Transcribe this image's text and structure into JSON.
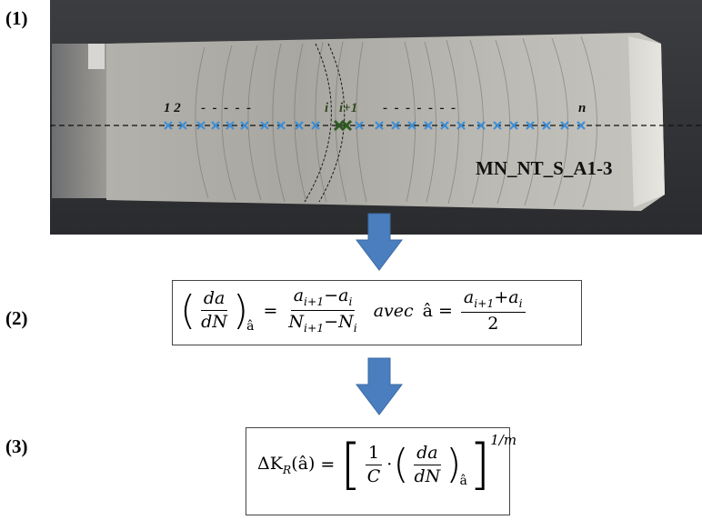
{
  "steps": {
    "s1": "(1)",
    "s2": "(2)",
    "s3": "(3)"
  },
  "photo": {
    "specimen_label": "MN_NT_S_A1-3",
    "point_labels": {
      "first": "1 2",
      "dashes": "-  -  -  -  -",
      "i": "i",
      "i1": "i+1",
      "dashes2": "-  -  -  -  -  -  -",
      "n": "n"
    },
    "colors": {
      "marker": "#3d8fd8",
      "marker_highlight": "#2f5a22",
      "label_color": "#2f4a1c",
      "dashline": "#111111"
    }
  },
  "formula2": {
    "lhs_num": "da",
    "lhs_den": "dN",
    "lhs_sub": "â",
    "eq": "=",
    "r_num": "a",
    "r_num_sub": "i+1",
    "r_num_minus": "−a",
    "r_num_sub2": "i",
    "r_den": "N",
    "r_den_sub": "i+1",
    "r_den_minus": "−N",
    "r_den_sub2": "i",
    "avec": "avec",
    "ahat": "â",
    "eq2": "=",
    "m_num": "a",
    "m_num_sub": "i+1",
    "m_num_plus": "+a",
    "m_num_sub2": "i",
    "m_den": "2"
  },
  "formula3": {
    "lhs": "ΔK",
    "lhs_sub": "R",
    "lhs_arg": "(â)",
    "eq": "=",
    "one": "1",
    "c": "C",
    "dot": "·",
    "num": "da",
    "den": "dN",
    "sub": "â",
    "exp": "1/m"
  },
  "arrow_color": "#4a7ebf"
}
